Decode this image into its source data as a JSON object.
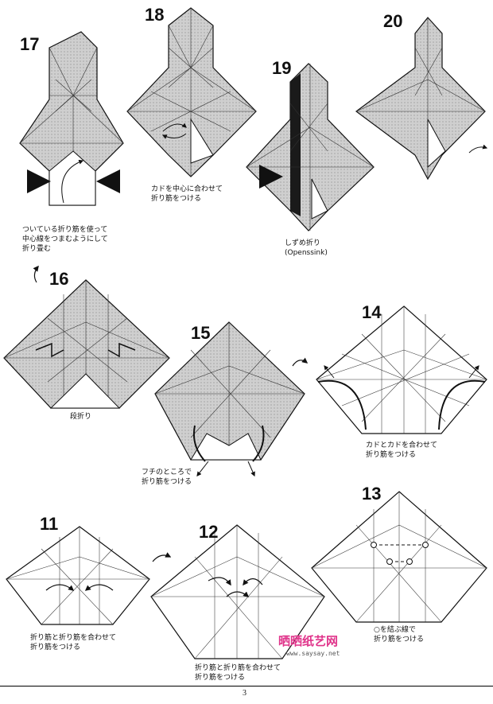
{
  "steps": {
    "s17": {
      "number": "17",
      "caption": "ついている折り筋を使って\n中心線をつまむようにして\n折り畳む"
    },
    "s18": {
      "number": "18",
      "caption": "カドを中心に合わせて\n折り筋をつける"
    },
    "s19": {
      "number": "19",
      "caption": "しずめ折り\n(Openssink)"
    },
    "s20": {
      "number": "20"
    },
    "s16": {
      "number": "16",
      "caption": "段折り"
    },
    "s15": {
      "number": "15",
      "caption": "フチのところで\n折り筋をつける"
    },
    "s14": {
      "number": "14",
      "caption": "カドとカドを合わせて\n折り筋をつける"
    },
    "s11": {
      "number": "11",
      "caption": "折り筋と折り筋を合わせて\n折り筋をつける"
    },
    "s12": {
      "number": "12",
      "caption": "折り筋と折り筋を合わせて\n折り筋をつける"
    },
    "s13": {
      "number": "13",
      "caption": "○を結ぶ線で\n折り筋をつける"
    }
  },
  "watermark": {
    "brand": "晒晒纸艺网",
    "url": "www.saysay.net"
  },
  "page_number": "3",
  "colors": {
    "paper_gray": "#c9c9c9",
    "line": "#222222",
    "watermark": "#e0338a"
  }
}
